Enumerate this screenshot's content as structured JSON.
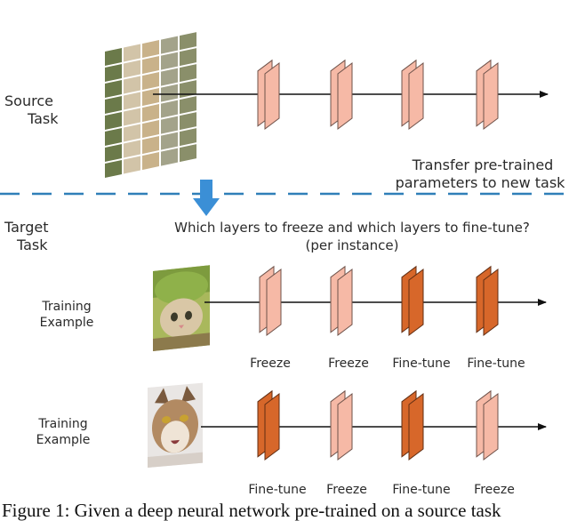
{
  "source": {
    "label_line1": "Source",
    "label_line2": "Task",
    "transfer_line1": "Transfer pre-trained",
    "transfer_line2": "parameters to new task"
  },
  "target": {
    "label_line1": "Target",
    "label_line2": "Task",
    "question_line1": "Which layers to freeze and which layers to fine-tune?",
    "question_line2": "(per instance)"
  },
  "examples": [
    {
      "label_line1": "Training",
      "label_line2": "Example",
      "layers": [
        "Freeze",
        "Freeze",
        "Fine-tune",
        "Fine-tune"
      ]
    },
    {
      "label_line1": "Training",
      "label_line2": "Example",
      "layers": [
        "Fine-tune",
        "Freeze",
        "Fine-tune",
        "Freeze"
      ]
    }
  ],
  "caption": "Figure 1: Given a deep neural network pre-trained on a source task",
  "colors": {
    "freeze_fill": "#f6b9a6",
    "finetune_fill": "#d7672a",
    "divider": "#2f7fb8",
    "down_arrow": "#3b8fd6"
  }
}
